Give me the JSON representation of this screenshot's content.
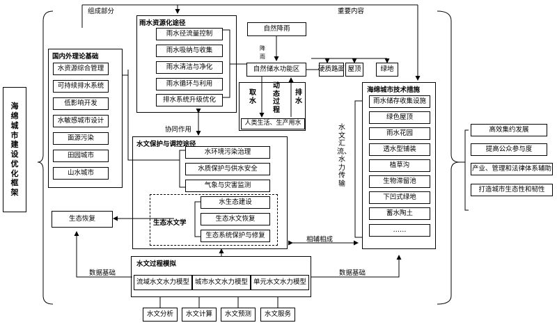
{
  "framework_title": "海绵城市建设优化框架",
  "top": {
    "components_label": "组成部分",
    "content_label": "重要内容"
  },
  "theory": {
    "title": "国内外理论基础",
    "items": [
      "水资源综合管理",
      "可持续排水系统",
      "低影响开发",
      "水敏感城市设计",
      "面源污染",
      "田园城市",
      "山水城市"
    ]
  },
  "rainwater": {
    "title": "雨水资源化途径",
    "items": [
      "雨水径流量控制",
      "雨水吸纳与收集",
      "雨水清洁与净化",
      "雨水循环与利用"
    ],
    "upgrade": "排水系统升级优化"
  },
  "natural": {
    "rain": "自然降雨",
    "rain_label": "降雨",
    "storage": "自然储水功能区",
    "surfaces": [
      "硬质路面",
      "屋顶",
      "绿地"
    ],
    "withdraw": "取水",
    "dynamic": "动态过程",
    "drain": "排水",
    "use": "人类生活、生产用水"
  },
  "synergy": "协同作用",
  "protection": {
    "title": "水文保护与调控途径",
    "items": [
      "水环境污染治理",
      "水质保护与供水安全",
      "气象与灾害监测"
    ],
    "eco_title": "生态水文学",
    "eco_items": [
      "水生态建设",
      "生态水文恢复",
      "生态系统保护与修复"
    ]
  },
  "eco_restore": "生态恢复",
  "flow_label": "水文汇流、水力传输",
  "mutual": "相辅相成",
  "tech": {
    "title": "海绵城市技术措施",
    "items": [
      "雨水储存收集设施",
      "绿色屋顶",
      "雨水花园",
      "透水型铺装",
      "植草沟",
      "生物滞留池",
      "下凹式绿地",
      "蓄水陶土",
      "……"
    ]
  },
  "simulation": {
    "title": "水文过程模拟",
    "models": [
      "流域水文水力模型",
      "城市水文水力模型",
      "单元水文水力模型"
    ],
    "data_basis_left": "数据基础",
    "data_basis_right": "数据基础"
  },
  "applications": [
    "水文分析",
    "水文计算",
    "水文预测",
    "水文服务"
  ],
  "goals": [
    "高效集约发展",
    "提高公众参与度",
    "产业、管理和法律体系辅助",
    "打造城市生态性和韧性"
  ]
}
